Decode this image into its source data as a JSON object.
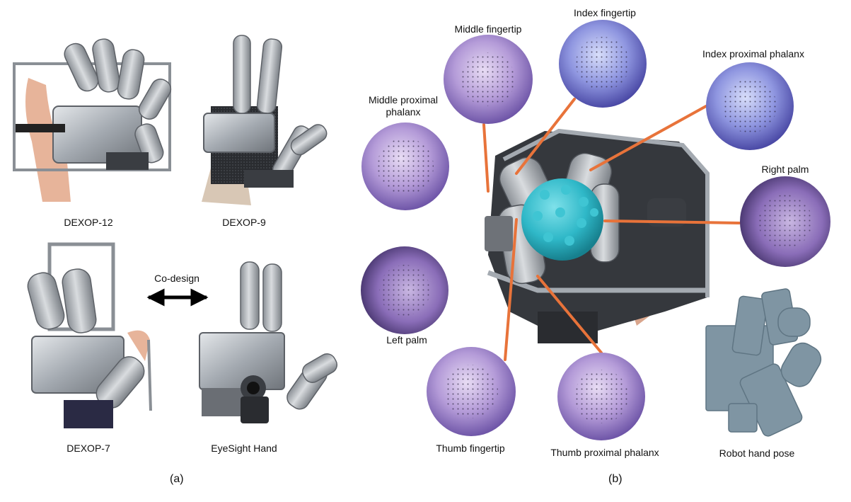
{
  "panel_a": {
    "caption": "(a)",
    "variants": [
      {
        "label": "DEXOP-12"
      },
      {
        "label": "DEXOP-9"
      },
      {
        "label": "DEXOP-7"
      },
      {
        "label": "EyeSight Hand"
      }
    ],
    "codesign_label": "Co-design"
  },
  "panel_b": {
    "caption": "(b)",
    "sensors": [
      {
        "label": "Middle fingertip"
      },
      {
        "label": "Index fingertip"
      },
      {
        "label": "Index proximal phalanx"
      },
      {
        "label": "Middle proximal phalanx"
      },
      {
        "label": "Right palm"
      },
      {
        "label": "Left palm"
      },
      {
        "label": "Thumb fingertip"
      },
      {
        "label": "Thumb proximal phalanx"
      }
    ],
    "pose_label": "Robot hand pose"
  },
  "colors": {
    "leader_line": "#e8733a",
    "metal": "#9da3aa",
    "dark_metal": "#555a60",
    "ball": "#2fb8c8",
    "pose_model": "#7f95a3",
    "skin": "#e7b49a"
  }
}
